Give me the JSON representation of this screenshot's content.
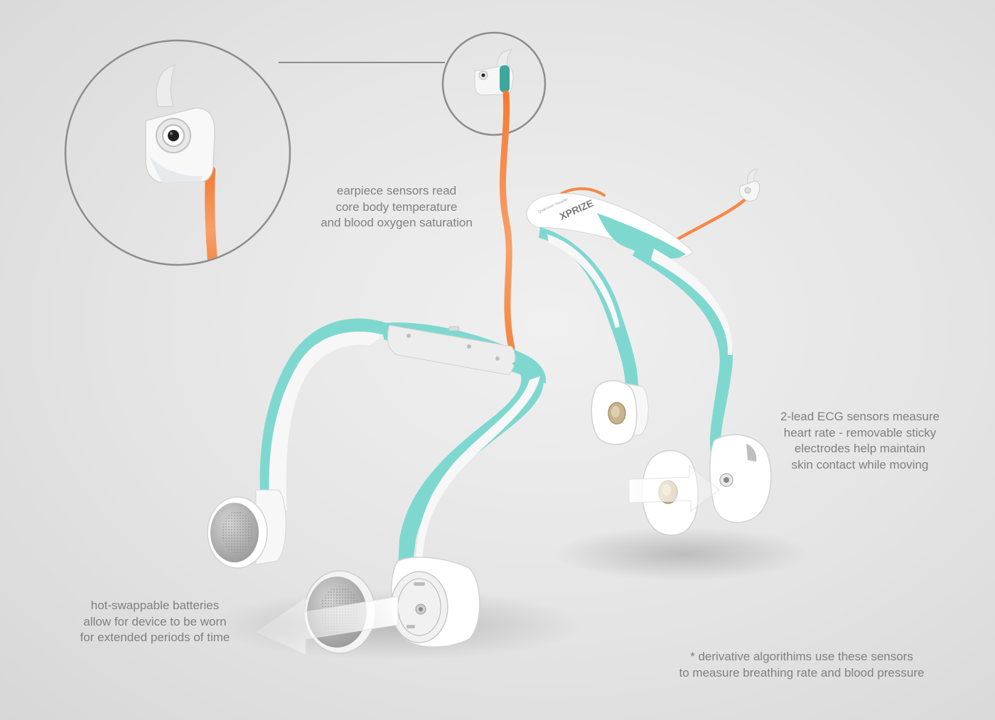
{
  "captions": {
    "earpiece": [
      "earpiece sensors read",
      "core body temperature",
      "and blood oxygen saturation"
    ],
    "ecg": [
      "2-lead ECG sensors measure",
      "heart rate - removable sticky",
      "electrodes help maintain",
      "skin contact while moving"
    ],
    "battery": [
      "hot-swappable batteries",
      "allow for device to be worn",
      "for extended periods of time"
    ],
    "derivative": [
      "* derivative algorithims use these sensors",
      "to measure breathing rate and blood pressure"
    ]
  },
  "device": {
    "brand_mark": "XPRIZE",
    "brand_mark_small": "Qualcomm Tricorder"
  },
  "colors": {
    "background": "#e6e6e6",
    "caption_text": "#808080",
    "teal": "#7fd8d0",
    "teal_dark": "#3a9c94",
    "orange_cable": "#f5894a",
    "shell_white": "#f7f7f7",
    "callout_line": "#8c8c8c",
    "electrode_gold": "#c9b48f"
  }
}
